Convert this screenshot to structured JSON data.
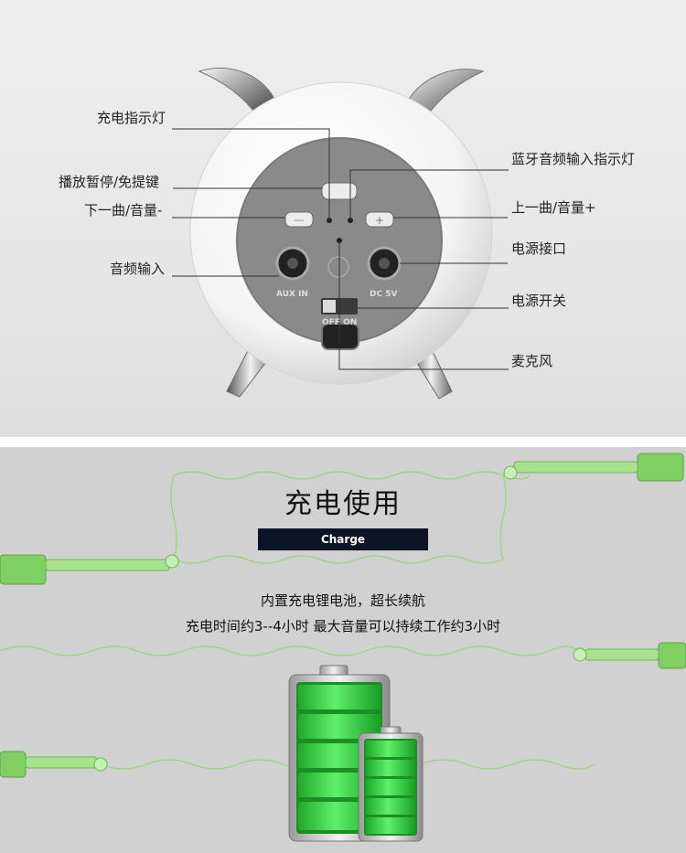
{
  "product_labels": {
    "charge_indicator": "充电指示灯",
    "bluetooth_indicator": "蓝牙音频输入指示灯",
    "play_pause": "播放暂停/免提键",
    "prev_volume_down": "下一曲/音量-",
    "next_volume_up": "上一曲/音量+",
    "power_port": "电源接口",
    "audio_input": "音频输入",
    "power_switch": "电源开关",
    "microphone": "麦克风"
  },
  "device_markings": {
    "aux": "AUX IN",
    "dc": "DC 5V",
    "off_on": "OFF ON"
  },
  "charge_section": {
    "title": "充电使用",
    "badge": "Charge",
    "line1": "内置充电锂电池，超长续航",
    "line2": "充电时间约3--4小时  最大音量可以持续工作约3小时"
  },
  "colors": {
    "battery_green": "#2fd63a",
    "cable_green": "#8fd86f",
    "badge_bg": "#0b1526",
    "device_face": "#8a8a8a"
  }
}
